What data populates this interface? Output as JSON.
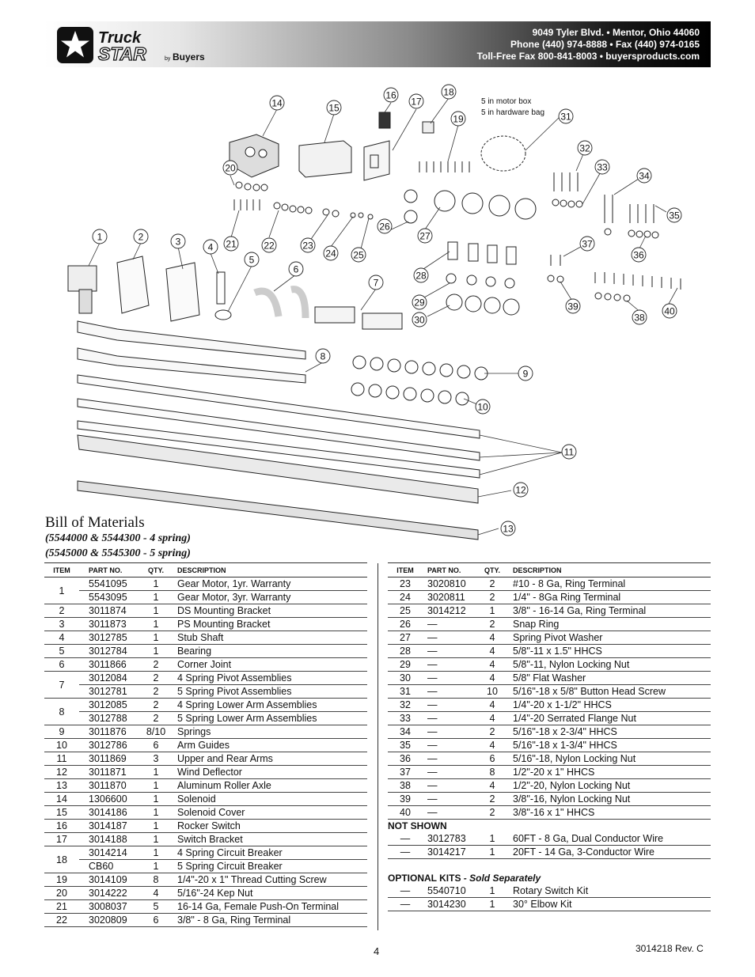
{
  "header": {
    "logo_word1": "Truck",
    "logo_word2": "STAR",
    "logo_by": "by",
    "logo_brand": "Buyers",
    "address_line1": "9049 Tyler Blvd. • Mentor, Ohio 44060",
    "address_line2": "Phone (440) 974-8888 • Fax (440) 974-0165",
    "address_line3": "Toll-Free Fax 800-841-8003 • buyersproducts.com"
  },
  "diagram": {
    "note_line1": "5 in motor box",
    "note_line2": "5 in hardware bag",
    "callouts": [
      "1",
      "2",
      "3",
      "4",
      "5",
      "6",
      "7",
      "8",
      "9",
      "10",
      "11",
      "12",
      "13",
      "14",
      "15",
      "16",
      "17",
      "18",
      "19",
      "20",
      "21",
      "22",
      "23",
      "24",
      "25",
      "26",
      "27",
      "28",
      "29",
      "30",
      "31",
      "32",
      "33",
      "34",
      "35",
      "36",
      "37",
      "38",
      "39",
      "40"
    ]
  },
  "bom": {
    "title": "Bill of Materials",
    "subtitle1": "(5544000 & 5544300 - 4 spring)",
    "subtitle2": "(5545000 & 5545300 - 5 spring)",
    "headers": {
      "item": "ITEM",
      "part": "PART NO.",
      "qty": "QTY.",
      "desc": "DESCRIPTION"
    },
    "left_rows": [
      [
        "1",
        "5541095",
        "1",
        "Gear Motor, 1yr. Warranty"
      ],
      [
        "",
        "5543095",
        "1",
        "Gear Motor, 3yr. Warranty"
      ],
      [
        "2",
        "3011874",
        "1",
        "DS Mounting Bracket"
      ],
      [
        "3",
        "3011873",
        "1",
        "PS Mounting Bracket"
      ],
      [
        "4",
        "3012785",
        "1",
        "Stub Shaft"
      ],
      [
        "5",
        "3012784",
        "1",
        "Bearing"
      ],
      [
        "6",
        "3011866",
        "2",
        "Corner Joint"
      ],
      [
        "7",
        "3012084",
        "2",
        "4 Spring Pivot Assemblies"
      ],
      [
        "",
        "3012781",
        "2",
        "5 Spring Pivot Assemblies"
      ],
      [
        "8",
        "3012085",
        "2",
        "4 Spring Lower Arm Assemblies"
      ],
      [
        "",
        "3012788",
        "2",
        "5 Spring Lower Arm Assemblies"
      ],
      [
        "9",
        "3011876",
        "8/10",
        "Springs"
      ],
      [
        "10",
        "3012786",
        "6",
        "Arm Guides"
      ],
      [
        "11",
        "3011869",
        "3",
        "Upper and Rear Arms"
      ],
      [
        "12",
        "3011871",
        "1",
        "Wind Deflector"
      ],
      [
        "13",
        "3011870",
        "1",
        "Aluminum Roller Axle"
      ],
      [
        "14",
        "1306600",
        "1",
        "Solenoid"
      ],
      [
        "15",
        "3014186",
        "1",
        "Solenoid Cover"
      ],
      [
        "16",
        "3014187",
        "1",
        "Rocker Switch"
      ],
      [
        "17",
        "3014188",
        "1",
        "Switch Bracket"
      ],
      [
        "18",
        "3014214",
        "1",
        "4 Spring Circuit Breaker"
      ],
      [
        "",
        "CB60",
        "1",
        "5 Spring Circuit Breaker"
      ],
      [
        "19",
        "3014109",
        "8",
        "1/4\"-20 x 1\" Thread Cutting Screw"
      ],
      [
        "20",
        "3014222",
        "4",
        "5/16\"-24 Kep Nut"
      ],
      [
        "21",
        "3008037",
        "5",
        "16-14 Ga, Female Push-On Terminal"
      ],
      [
        "22",
        "3020809",
        "6",
        "3/8\" - 8 Ga, Ring Terminal"
      ]
    ],
    "right_rows": [
      [
        "23",
        "3020810",
        "2",
        "#10 - 8 Ga, Ring Terminal"
      ],
      [
        "24",
        "3020811",
        "2",
        "1/4\" - 8Ga Ring Terminal"
      ],
      [
        "25",
        "3014212",
        "1",
        "3/8\" - 16-14 Ga, Ring Terminal"
      ],
      [
        "26",
        "—",
        "2",
        "Snap Ring"
      ],
      [
        "27",
        "—",
        "4",
        "Spring Pivot Washer"
      ],
      [
        "28",
        "—",
        "4",
        "5/8\"-11 x 1.5\" HHCS"
      ],
      [
        "29",
        "—",
        "4",
        "5/8\"-11, Nylon Locking Nut"
      ],
      [
        "30",
        "—",
        "4",
        "5/8\" Flat Washer"
      ],
      [
        "31",
        "—",
        "10",
        "5/16\"-18 x 5/8\" Button Head Screw"
      ],
      [
        "32",
        "—",
        "4",
        "1/4\"-20 x 1-1/2\" HHCS"
      ],
      [
        "33",
        "—",
        "4",
        "1/4\"-20 Serrated Flange Nut"
      ],
      [
        "34",
        "—",
        "2",
        "5/16\"-18 x 2-3/4\" HHCS"
      ],
      [
        "35",
        "—",
        "4",
        "5/16\"-18 x 1-3/4\" HHCS"
      ],
      [
        "36",
        "—",
        "6",
        "5/16\"-18, Nylon Locking Nut"
      ],
      [
        "37",
        "—",
        "8",
        "1/2\"-20 x 1\" HHCS"
      ],
      [
        "38",
        "—",
        "4",
        "1/2\"-20, Nylon Locking Nut"
      ],
      [
        "39",
        "—",
        "2",
        "3/8\"-16, Nylon Locking Nut"
      ],
      [
        "40",
        "—",
        "2",
        "3/8\"-16 x 1\" HHCS"
      ]
    ],
    "not_shown_label": "NOT SHOWN",
    "not_shown_rows": [
      [
        "—",
        "3012783",
        "1",
        "60FT - 8 Ga, Dual Conductor Wire"
      ],
      [
        "—",
        "3014217",
        "1",
        "20FT - 14 Ga, 3-Conductor Wire"
      ]
    ],
    "optional_label": "OPTIONAL KITS",
    "optional_suffix": " - Sold Separately",
    "optional_rows": [
      [
        "—",
        "5540710",
        "1",
        "Rotary Switch Kit"
      ],
      [
        "—",
        "3014230",
        "1",
        "30° Elbow Kit"
      ]
    ]
  },
  "footer": {
    "page_number": "4",
    "doc_number": "3014218  Rev. C"
  }
}
